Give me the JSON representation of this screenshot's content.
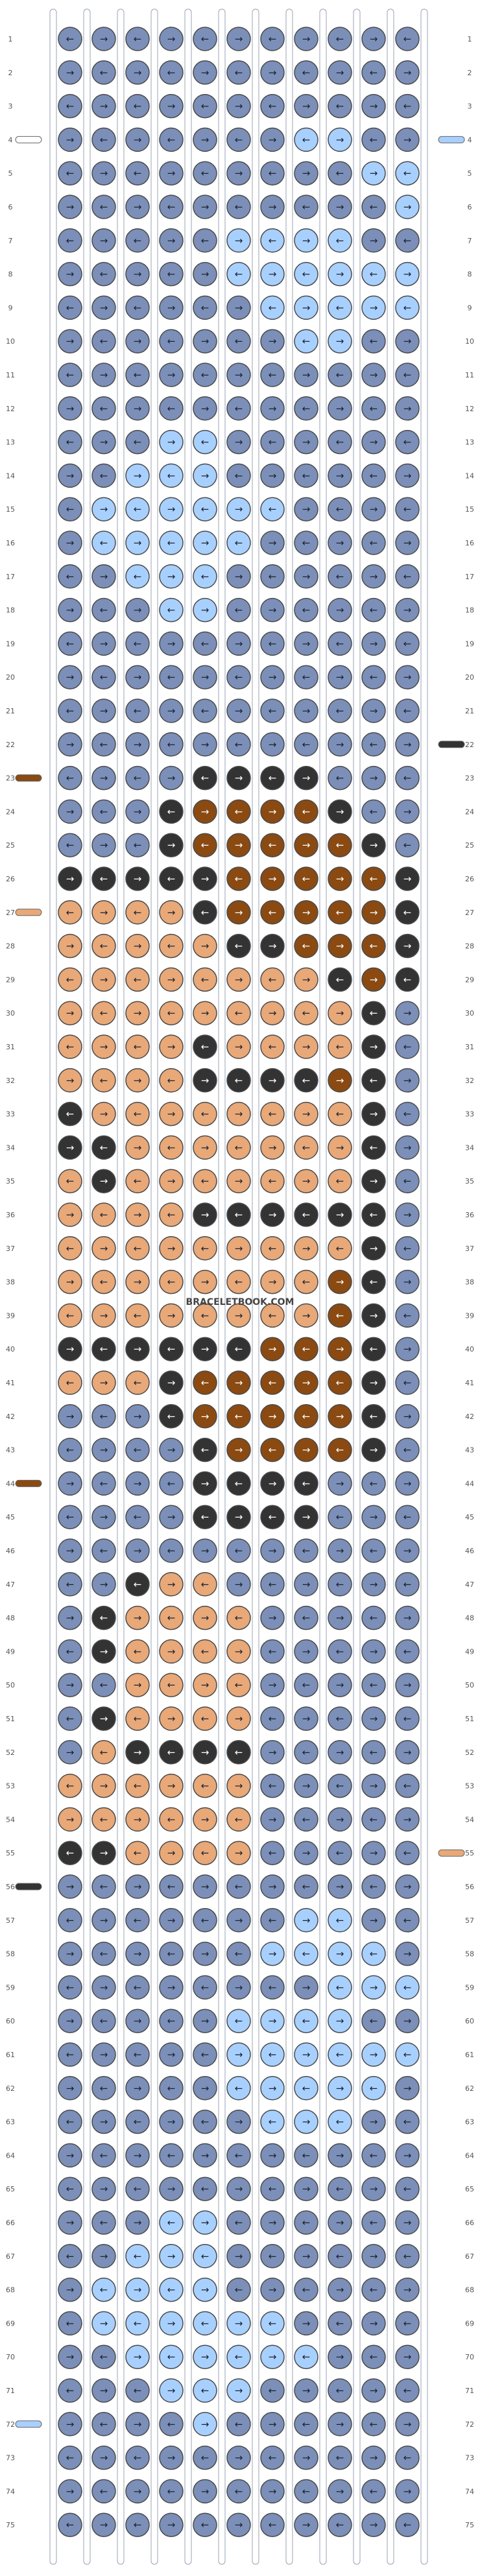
{
  "watermark": "BRACELETBOOK.COM",
  "row_count": 75,
  "string_count": 12,
  "colors": {
    "A": "#7b8fb8",
    "B": "#a8d0ff",
    "C": "#333333",
    "D": "#8a4a12",
    "E": "#e8a878"
  },
  "knot_symbols": {
    "forward": "→",
    "backward": "←"
  },
  "pattern_rows": [
    "AAAAAAAAAAA",
    "AAAAAAAAAAA",
    "AAAAAAAAAAA",
    "AAAAAAABBAA",
    "AAAAAAAAABB",
    "AAAAAAAAAAB",
    "AAAAABBBBAA",
    "AAAAABBBBBB",
    "AAAAAABBBBB",
    "AAAAAAABBAA",
    "AAAAAAAAAAA",
    "AAAAAAAAAAA",
    "AAABBAAAAAA",
    "AABBBAAAAAA",
    "ABBBBBBAAAA",
    "ABBBBBAAAAA",
    "AABBBAAAAAA",
    "AAABBAAAAAA",
    "AAAAAAAAAAA",
    "AAAAAAAAAAA",
    "AAAAAAAAAAA",
    "AAAAAAAAAAA",
    "AAAACCCCAAA",
    "AAACDDDDCAA",
    "AAACDDDDDCA",
    "CCCCCDDDDDC",
    "EEEECDDDDDC",
    "EEEEECCDDDC",
    "EEEEEEEECDC",
    "EEEEEEEEECA",
    "EEEECEEEECA",
    "EEEECCCCDCA",
    "CEEEEEEEECA",
    "CCEEEEEEECA",
    "ECEEEEEEECA",
    "EEEECCCCCCA",
    "EEEEEEEEECA",
    "EEEEEEEEDCA",
    "EEEEEEEEDCA",
    "CCCCCCDDDCA",
    "EEECDDDDDCA",
    "AAACDDDDDCA",
    "AAAACDDDDCA",
    "AAAACCCCAAA",
    "AAAACCCCAAA",
    "AAAAAAAAAAA",
    "AACEEAAAAAA",
    "ACEEEEAAAAA",
    "ACEEEEAAAAA",
    "AAEEEEAAAAA",
    "ACEEEEAAAAA",
    "AECCCCAAAAA",
    "EEEEEEAAAAA",
    "EEEEEEAAAAA",
    "CCEEEEAAAAA",
    "AAAAAAAAAAA",
    "AAAAAAABBAA",
    "AAAAAABBBBA",
    "AAAAAAAABBB",
    "AAAAABBBBAA",
    "AAAAABBBBBB",
    "AAAAABBBBBA",
    "AAAAAABBBAA",
    "AAAAAAAAAAA",
    "AAAAAAAAAAA",
    "AAABBAAAAAA",
    "AABBBAAAAAA",
    "ABBBBAAAAAA",
    "ABBBBBBAAAA",
    "AABBBBBBAAA",
    "AAABBBAAAAA",
    "AAAABAAAAAA",
    "AAAAAAAAAAA",
    "AAAAAAAAAAA",
    "AAAAAAAAAAA"
  ],
  "string_tails_left": {
    "4": "",
    "23": "D",
    "27": "E",
    "44": "D",
    "56": "C",
    "72": "B"
  },
  "string_tails_right": {
    "4": "B",
    "22": "C",
    "55": "E"
  }
}
